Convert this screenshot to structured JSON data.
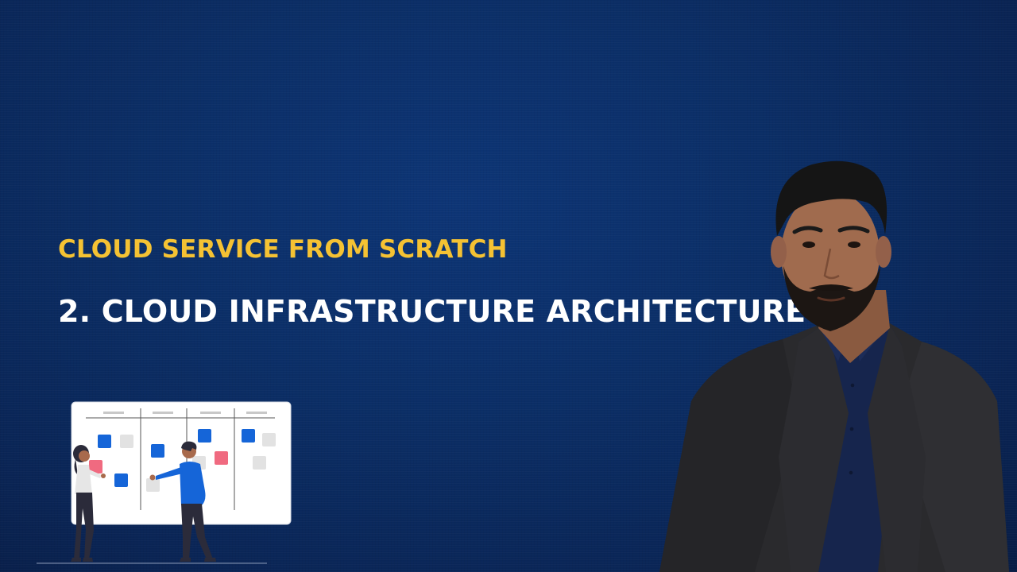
{
  "slide": {
    "subtitle": "CLOUD SERVICE FROM SCRATCH",
    "title": "2. CLOUD INFRASTRUCTURE ARCHITECTURE"
  },
  "colors": {
    "background": "#0b2e66",
    "subtitle": "#f5c233",
    "title": "#ffffff",
    "sticky_blue": "#1565d8",
    "sticky_pink": "#f06a80",
    "sticky_gray": "#e2e2e2"
  },
  "illustration": {
    "kind": "kanban-board-with-two-people"
  },
  "presenter": {
    "kind": "man-in-dark-suit-photo"
  }
}
